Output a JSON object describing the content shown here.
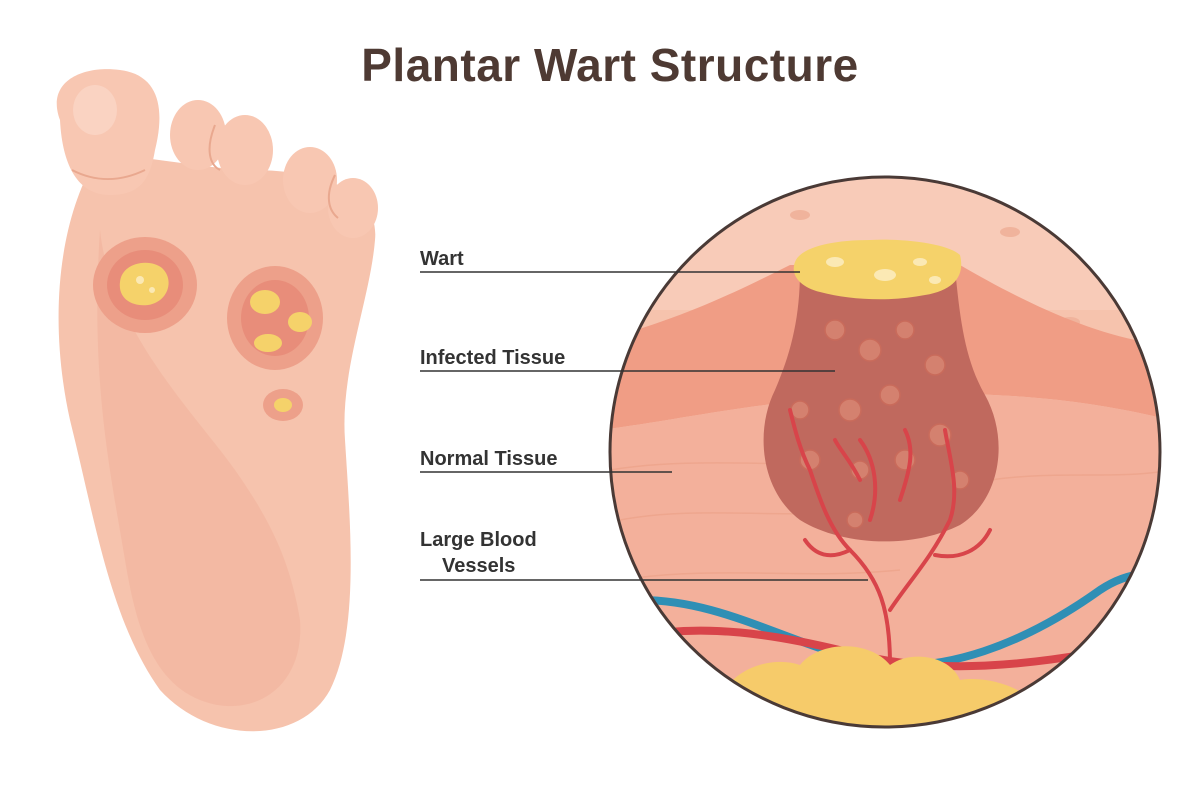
{
  "title": "Plantar Wart Structure",
  "labels": {
    "wart": "Wart",
    "infected_tissue": "Infected Tissue",
    "normal_tissue": "Normal Tissue",
    "blood_vessels_line1": "Large Blood",
    "blood_vessels_line2": "Vessels"
  },
  "colors": {
    "title": "#4e3a33",
    "skin": "#f6c3ad",
    "skin_dark": "#eea68e",
    "wart_core": "#f5d26a",
    "infected": "#b9675c",
    "vessel_red": "#d8444a",
    "vessel_blue": "#2f8fb5",
    "fat": "#f6cb6a"
  }
}
